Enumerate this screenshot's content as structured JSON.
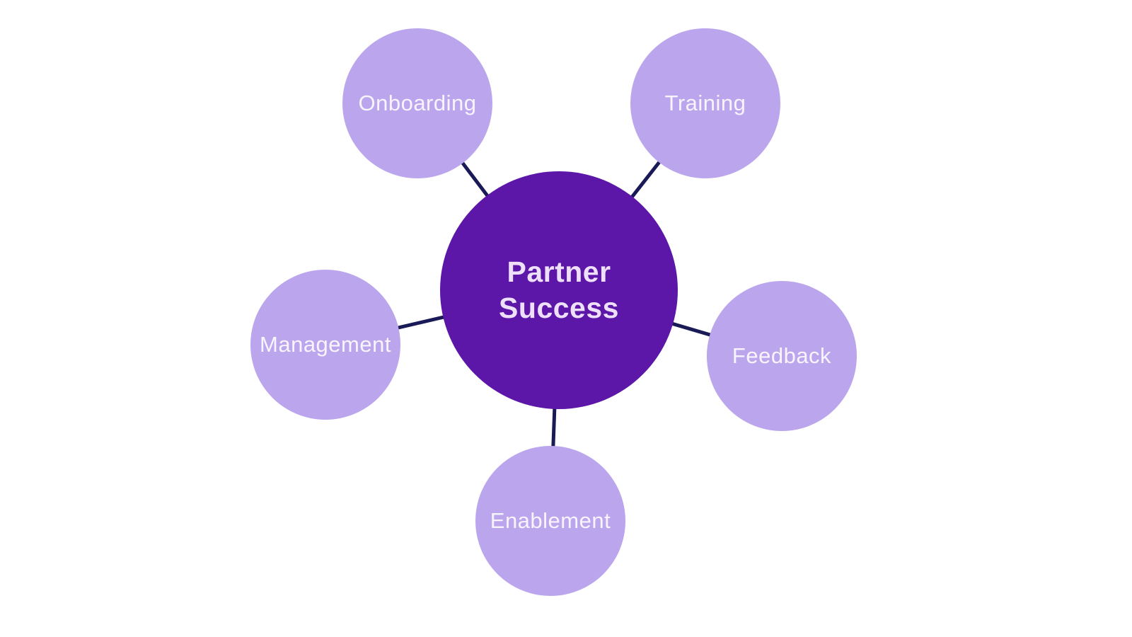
{
  "diagram": {
    "title": "Partner Success hub diagram",
    "center": {
      "label": "Partner Success"
    },
    "satellites": [
      {
        "label": "Onboarding"
      },
      {
        "label": "Training"
      },
      {
        "label": "Management"
      },
      {
        "label": "Feedback"
      },
      {
        "label": "Enablement"
      }
    ],
    "colors": {
      "background": "#ffffff",
      "center_fill": "#5c16a8",
      "satellite_fill": "#bba6ee",
      "connector": "#191a56",
      "center_text": "#eedffb",
      "satellite_text": "#f7f4fd"
    }
  }
}
